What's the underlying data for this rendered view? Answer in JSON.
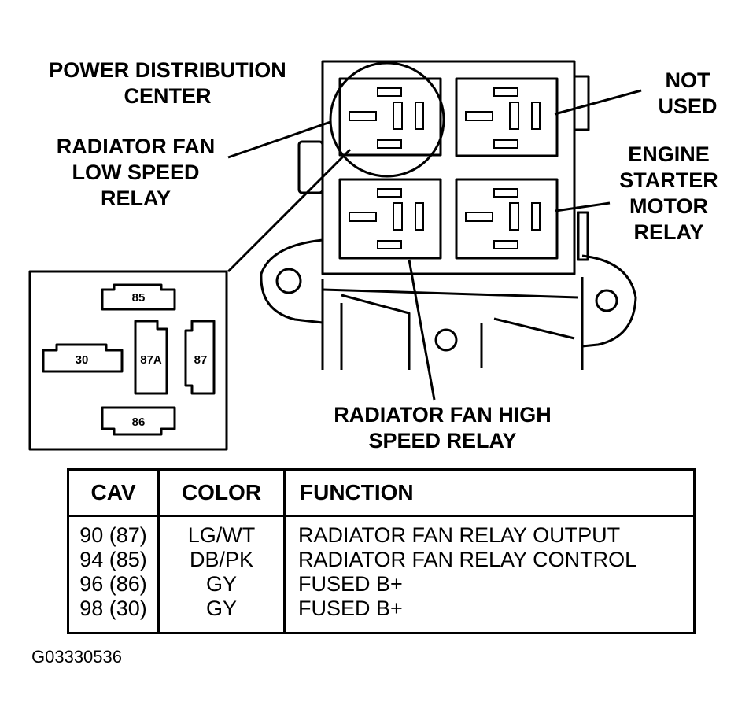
{
  "labels": {
    "pdc": "POWER DISTRIBUTION\nCENTER",
    "low_relay": "RADIATOR FAN\nLOW SPEED\nRELAY",
    "not_used": "NOT\nUSED",
    "starter": "ENGINE\nSTARTER\nMOTOR\nRELAY",
    "high_relay": "RADIATOR FAN HIGH\nSPEED RELAY"
  },
  "relay_pins": {
    "p85": "85",
    "p30": "30",
    "p87a": "87A",
    "p87": "87",
    "p86": "86"
  },
  "table": {
    "headers": [
      "CAV",
      "COLOR",
      "FUNCTION"
    ],
    "rows": [
      [
        "90 (87)",
        "LG/WT",
        "RADIATOR FAN RELAY OUTPUT"
      ],
      [
        "94 (85)",
        "DB/PK",
        "RADIATOR FAN RELAY CONTROL"
      ],
      [
        "96 (86)",
        "GY",
        "FUSED B+"
      ],
      [
        "98 (30)",
        "GY",
        "FUSED B+"
      ]
    ]
  },
  "figure_id": "G03330536"
}
